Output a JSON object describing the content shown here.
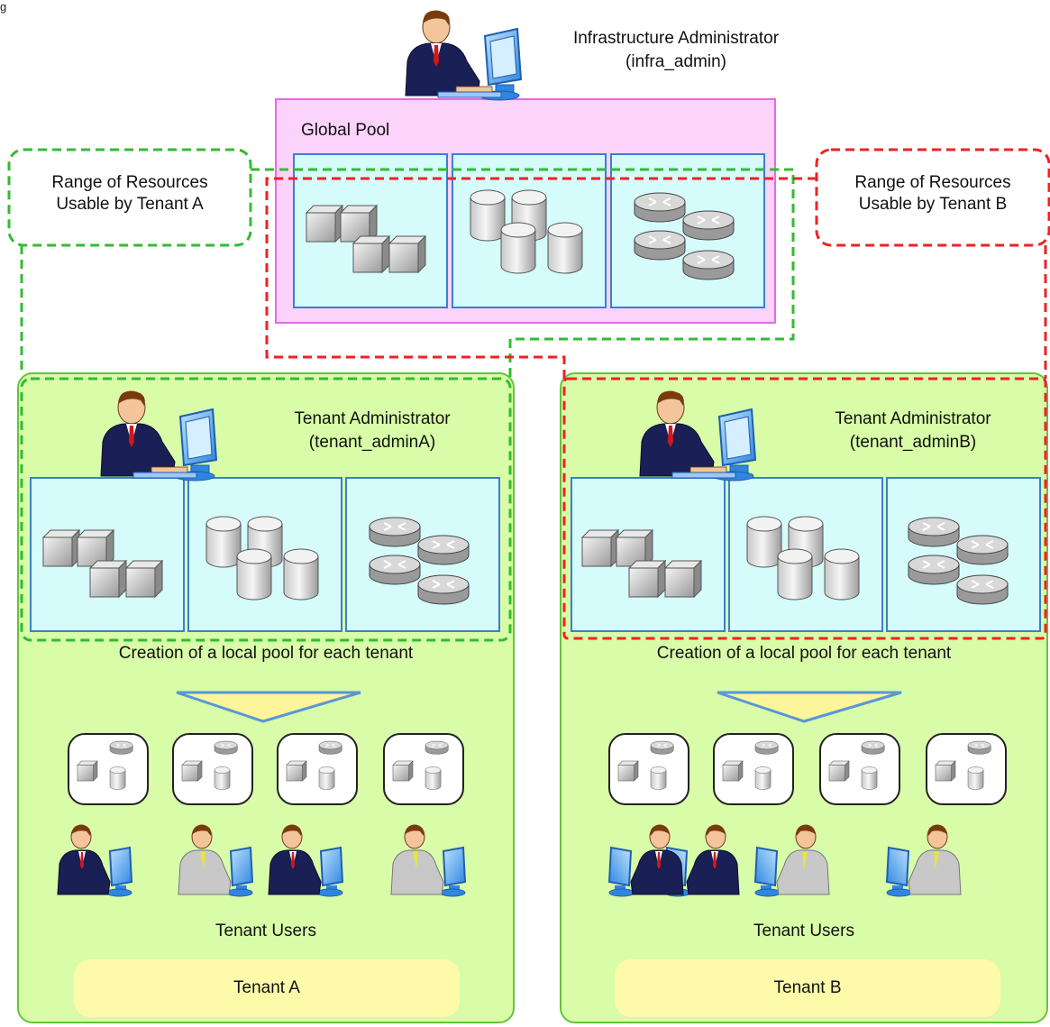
{
  "figure_label": "g",
  "infra_admin": {
    "title": "Infrastructure Administrator",
    "id": "(infra_admin)"
  },
  "global_pool": {
    "label": "Global Pool"
  },
  "range_a": {
    "line1": "Range of Resources",
    "line2": "Usable by Tenant A",
    "color": "#33bb33"
  },
  "range_b": {
    "line1": "Range of Resources",
    "line2": "Usable by Tenant B",
    "color": "#ee2222"
  },
  "tenant_a": {
    "admin_title": "Tenant Administrator",
    "admin_id": "(tenant_adminA)",
    "pool_caption": "Creation of a local pool for each tenant",
    "users_label": "Tenant Users",
    "name": "Tenant A"
  },
  "tenant_b": {
    "admin_title": "Tenant Administrator",
    "admin_id": "(tenant_adminB)",
    "pool_caption": "Creation of a local pool for each tenant",
    "users_label": "Tenant Users",
    "name": "Tenant B"
  },
  "colors": {
    "global_pool_fill": "#fbd3fb",
    "global_pool_border": "#e36be3",
    "resource_cell_fill": "#d5fbfb",
    "resource_cell_border": "#3a7fd4",
    "tenant_fill": "#d8fca8",
    "tenant_border": "#67c23b",
    "tenant_name_fill": "#fdfbaa",
    "arrow_fill": "#fdf59a",
    "arrow_border": "#5a96d6"
  },
  "icons": [
    "admin-person-icon",
    "server-icon",
    "storage-icon",
    "network-icon",
    "bundle-icon",
    "user-person-icon",
    "arrow-down-icon"
  ]
}
